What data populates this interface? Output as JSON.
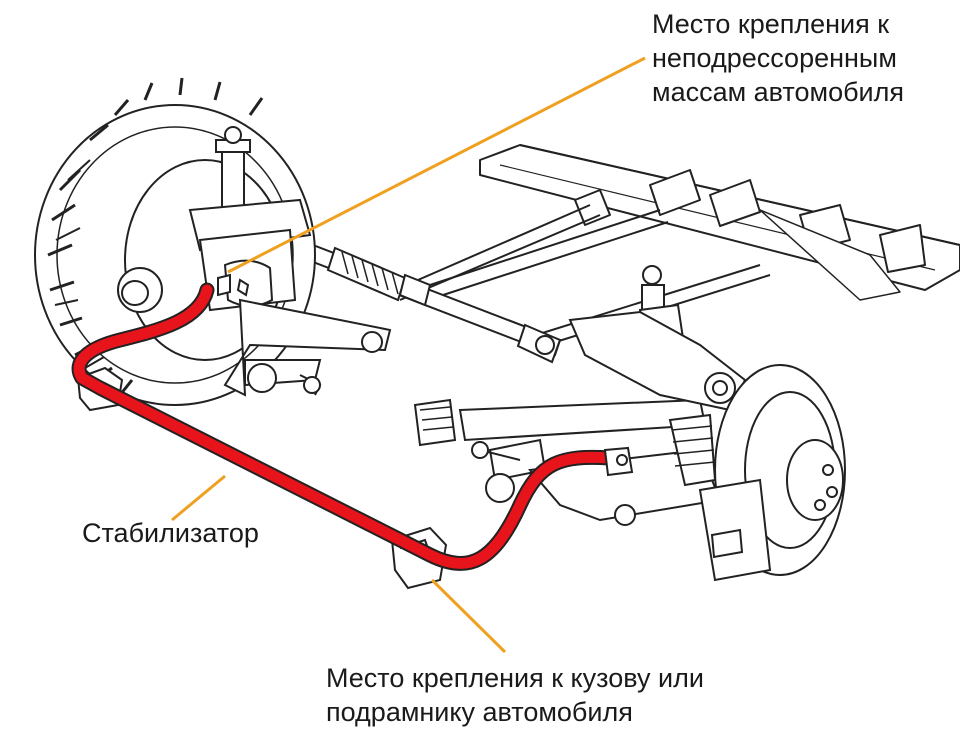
{
  "labels": {
    "unsprung_mount": {
      "lines": [
        "Место крепления к",
        "неподрессоренным",
        "массам автомобиля"
      ]
    },
    "stabilizer": {
      "lines": [
        "Стабилизатор"
      ]
    },
    "body_mount": {
      "lines": [
        "Место крепления к кузову или",
        "подрамнику автомобиля"
      ]
    }
  },
  "colors": {
    "stabilizer_bar": "#e8141c",
    "leader_line": "#f0a020",
    "drawing_ink": "#222222"
  }
}
